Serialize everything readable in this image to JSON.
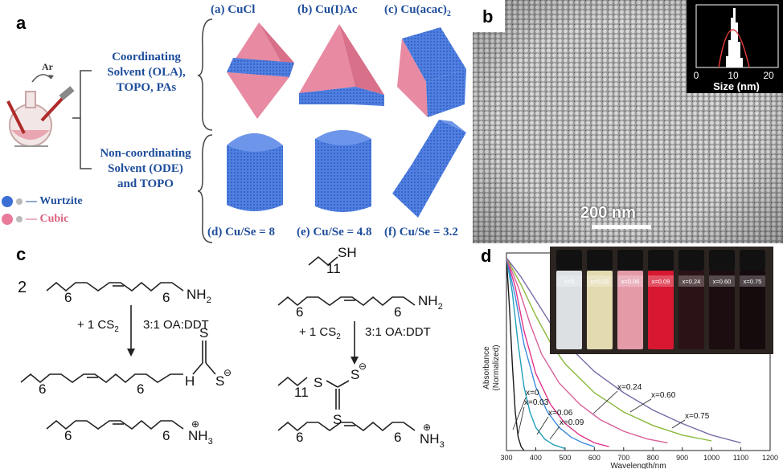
{
  "panel_a": {
    "label": "a",
    "gas": "Ar",
    "branch_top": [
      "Coordinating",
      "Solvent (OLA),",
      "TOPO, PAs"
    ],
    "branch_bottom": [
      "Non-coordinating",
      "Solvent (ODE)",
      "and TOPO"
    ],
    "shapes_top": [
      "(a) CuCl",
      "(b) Cu(I)Ac",
      "(c) Cu(acac)"
    ],
    "acac_sub": "2",
    "shapes_bottom": [
      "(d) Cu/Se = 8",
      "(e) Cu/Se = 4.8",
      "(f) Cu/Se = 3.2"
    ],
    "legend": [
      {
        "label": "Wurtzite",
        "color": "#3b6fd6"
      },
      {
        "label": "Cubic",
        "color": "#e97a9a"
      }
    ]
  },
  "panel_b": {
    "label": "b",
    "scale_bar": "200 nm",
    "inset": {
      "xlabel": "Size (nm)",
      "ticks": [
        "0",
        "10",
        "20"
      ]
    }
  },
  "panel_c": {
    "label": "c",
    "coef": "2",
    "reagent": "+ 1 CS",
    "reagent_sub": "2",
    "conditions": "3:1 OA:DDT",
    "six": "6",
    "eleven": "11",
    "nh2": "NH",
    "nh3": "NH",
    "sub2": "2",
    "sub3": "3",
    "h": "H",
    "s": "S",
    "sh": "SH",
    "minus": "⊖",
    "plus": "⊕"
  },
  "panel_d": {
    "label": "d",
    "vials": [
      "x=0",
      "x=0.03",
      "x=0.06",
      "x=0.09",
      "x=0.24",
      "x=0.60",
      "x=0.75"
    ],
    "vial_colors": [
      "#dde0e3",
      "#e3dab0",
      "#e59aa8",
      "#d81830",
      "#2a1216",
      "#1c0e10",
      "#150a0c"
    ],
    "chart_data": {
      "type": "line",
      "xlabel": "Wavelength/nm",
      "ylabel": "Absorbance (Normalized)",
      "xlim": [
        300,
        1200
      ],
      "xticks": [
        300,
        400,
        500,
        600,
        700,
        800,
        900,
        1000,
        1100,
        1200
      ],
      "series": [
        {
          "name": "x=0",
          "color": "#1a1a1a",
          "x": [
            300,
            310,
            320,
            330,
            340,
            350,
            360
          ],
          "y": [
            1.0,
            0.75,
            0.45,
            0.2,
            0.07,
            0.02,
            0.0
          ]
        },
        {
          "name": "x=0.03",
          "color": "#1fa0b8",
          "x": [
            300,
            320,
            340,
            360,
            380,
            400,
            430,
            460,
            500
          ],
          "y": [
            1.0,
            0.82,
            0.55,
            0.33,
            0.2,
            0.12,
            0.06,
            0.03,
            0.01
          ]
        },
        {
          "name": "x=0.06",
          "color": "#3c8be0",
          "x": [
            300,
            330,
            360,
            400,
            440,
            480,
            520,
            560,
            600
          ],
          "y": [
            1.0,
            0.8,
            0.55,
            0.33,
            0.2,
            0.12,
            0.07,
            0.04,
            0.02
          ]
        },
        {
          "name": "x=0.09",
          "color": "#e0338a",
          "x": [
            300,
            330,
            360,
            400,
            450,
            500,
            550,
            600,
            650
          ],
          "y": [
            1.0,
            0.85,
            0.62,
            0.4,
            0.24,
            0.14,
            0.08,
            0.04,
            0.02
          ]
        },
        {
          "name": "x=0.24",
          "color": "#d8609a",
          "x": [
            300,
            340,
            380,
            420,
            480,
            550,
            620,
            700,
            780,
            850
          ],
          "y": [
            1.0,
            0.85,
            0.66,
            0.5,
            0.35,
            0.24,
            0.16,
            0.1,
            0.06,
            0.04
          ]
        },
        {
          "name": "x=0.60",
          "color": "#8ab83c",
          "x": [
            300,
            350,
            400,
            450,
            500,
            600,
            700,
            800,
            900,
            1000
          ],
          "y": [
            1.0,
            0.86,
            0.7,
            0.56,
            0.45,
            0.3,
            0.2,
            0.13,
            0.08,
            0.05
          ]
        },
        {
          "name": "x=0.75",
          "color": "#7a6aa8",
          "x": [
            300,
            350,
            400,
            450,
            500,
            600,
            700,
            800,
            900,
            1000,
            1100
          ],
          "y": [
            1.0,
            0.9,
            0.78,
            0.66,
            0.56,
            0.41,
            0.3,
            0.21,
            0.14,
            0.08,
            0.04
          ]
        }
      ],
      "annotations": [
        "x=0",
        "x=0.03",
        "x=0.06",
        "x=0.09",
        "x=0.24",
        "x=0.60",
        "x=0.75"
      ]
    }
  }
}
